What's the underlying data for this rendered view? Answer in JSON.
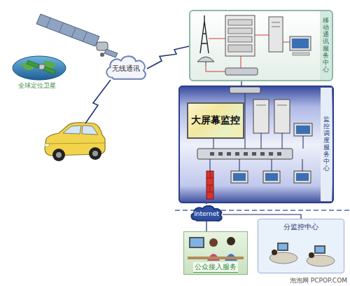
{
  "diagram": {
    "nodes": [
      {
        "text": [
          "移动通讯服务中心"
        ]
      },
      {
        "text": [
          "无线通讯"
        ]
      },
      {
        "text": [
          "监控调度服务中心"
        ]
      },
      {
        "text": [
          "大屏幕监控"
        ],
        "in": 2
      },
      {
        "text": [
          "Internet"
        ]
      },
      {
        "text": [
          "公众接入服务"
        ]
      },
      {
        "text": [
          "分监控中心"
        ]
      }
    ],
    "edges": [
      {
        "from": 1,
        "to": 0,
        "arrow": "none"
      },
      {
        "from": 0,
        "to": 2,
        "arrow": "none"
      },
      {
        "from": 2,
        "to": 4,
        "arrow": "none"
      },
      {
        "from": 4,
        "to": 5,
        "arrow": "none"
      },
      {
        "from": 4,
        "to": 6,
        "arrow": "none"
      }
    ],
    "labels": [
      "全球定位卫星",
      "泡泡网 PCPOP.COM"
    ]
  }
}
